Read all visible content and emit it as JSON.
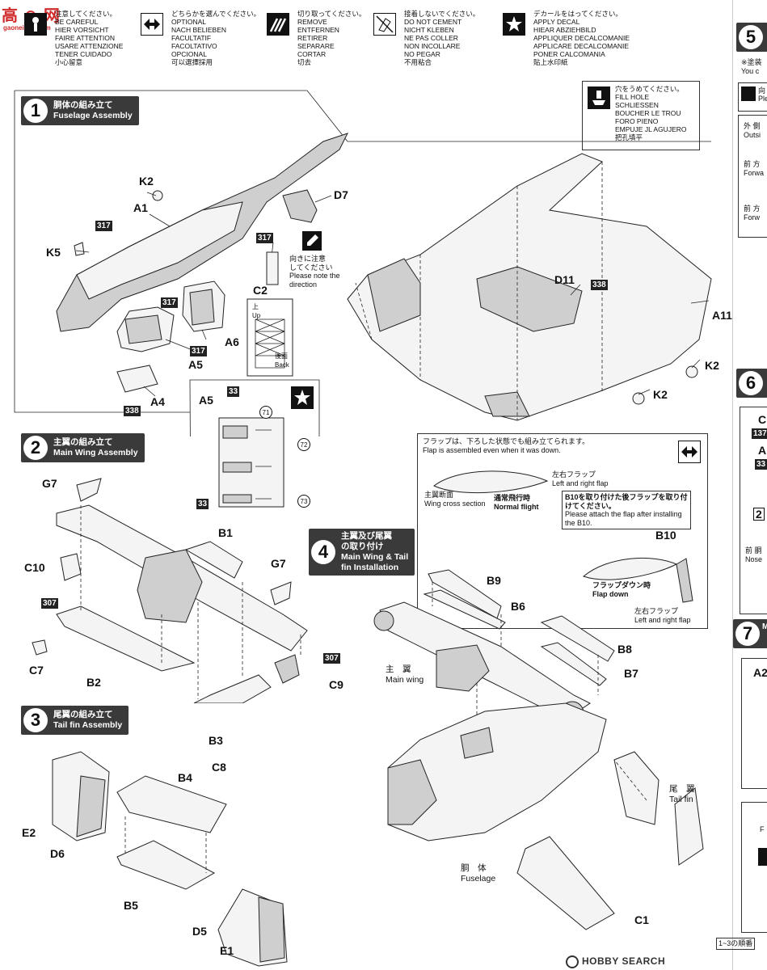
{
  "watermark": {
    "text": "高 ⊙ 网",
    "url": "gaoneifilm.com"
  },
  "header": {
    "symbols": [
      {
        "icon": "careful-icon",
        "lines": [
          "注意してください。",
          "BE CAREFUL",
          "HIER VORSICHT",
          "FAIRE ATTENTION",
          "USARE ATTENZIONE",
          "TENER CUIDADO",
          "小心留意"
        ]
      },
      {
        "icon": "optional-icon",
        "lines": [
          "どちらかを選んでください。",
          "OPTIONAL",
          "NACH BELIEBEN",
          "FACULTATIF",
          "FACOLTATIVO",
          "OPCIONAL",
          "可以選擇採用"
        ]
      },
      {
        "icon": "remove-icon",
        "lines": [
          "切り取ってください。",
          "REMOVE",
          "ENTFERNEN",
          "RETIRER",
          "SEPARARE",
          "CORTAR",
          "切去"
        ]
      },
      {
        "icon": "no-cement-icon",
        "lines": [
          "接着しないでください。",
          "DO NOT CEMENT",
          "NICHT KLEBEN",
          "NE PAS COLLER",
          "NON INCOLLARE",
          "NO PEGAR",
          "不用粘合"
        ]
      },
      {
        "icon": "decal-icon",
        "lines": [
          "デカールをはってください。",
          "APPLY DECAL",
          "HIEAR ABZIEHBILD",
          "APPLIQUER DECALCOMANIE",
          "APPLICARE DECALCOMANIE",
          "PONER CALCOMANIA",
          "貼上水印紙"
        ]
      }
    ],
    "fill_hole": {
      "icon": "fill-hole-icon",
      "lines": [
        "穴をうめてください。",
        "FILL HOLE",
        "SCHLIESSEN",
        "BOUCHER LE TROU",
        "FORO PIENO",
        "EMPUJE JL AGUJERO",
        "把孔填平"
      ]
    }
  },
  "steps": {
    "s1": {
      "num": "1",
      "jp": "胴体の組み立て",
      "en": "Fuselage Assembly"
    },
    "s2": {
      "num": "2",
      "jp": "主翼の組み立て",
      "en": "Main Wing Assembly"
    },
    "s3": {
      "num": "3",
      "jp": "尾翼の組み立て",
      "en": "Tail fin Assembly"
    },
    "s4": {
      "num": "4",
      "jp": "主翼及び尾翼",
      "jp2": "の取り付け",
      "en": "Main Wing & Tail",
      "en2": "fin Installation"
    }
  },
  "step1": {
    "parts": {
      "k2": "K2",
      "a1": "A1",
      "d7": "D7",
      "k5": "K5",
      "c2": "C2",
      "a6": "A6",
      "a5": "A5",
      "a4": "A4",
      "a5b": "A5",
      "d11": "D11",
      "a11": "A11",
      "k2b": "K2",
      "k2c": "K2"
    },
    "paints": {
      "p1": "317",
      "p2": "317",
      "p3": "317",
      "p4": "317",
      "p5": "338",
      "p6": "338",
      "p7": "33",
      "p8": "33"
    },
    "direction_note": {
      "jp1": "向きに注意",
      "jp2": "してください",
      "en1": "Please note the",
      "en2": "direction"
    },
    "c2_detail": {
      "up_jp": "上",
      "up_en": "Up",
      "back_jp": "後面",
      "back_en": "Back"
    },
    "decals": {
      "d71": "71",
      "d72": "72",
      "d73": "73"
    }
  },
  "step2": {
    "parts": {
      "g7": "G7",
      "b1": "B1",
      "g7b": "G7",
      "c10": "C10",
      "c7": "C7",
      "b2": "B2",
      "b3": "B3",
      "c9": "C9",
      "c8": "C8"
    },
    "paints": {
      "p1": "307",
      "p2": "307"
    }
  },
  "step3": {
    "parts": {
      "b4": "B4",
      "e2": "E2",
      "d6": "D6",
      "b5": "B5",
      "d5": "D5",
      "e1": "E1"
    }
  },
  "step4": {
    "flap_note": {
      "jp": "フラップは、下ろした状態でも組み立てられます。",
      "en": "Flap is assembled even when it was down."
    },
    "flap_lr_jp": "左右フラップ",
    "flap_lr_en": "Left and right flap",
    "wing_section_jp": "主翼断面",
    "wing_section_en": "Wing cross section",
    "normal_flight_jp": "通常飛行時",
    "normal_flight_en": "Normal flight",
    "b10_note": {
      "jp1": "B10を取り付けた後フラップを取り付",
      "jp2": "けてください。",
      "en1": "Please attach the flap after installing",
      "en2": "the B10."
    },
    "b10": "B10",
    "flap_down_jp": "フラップダウン時",
    "flap_down_en": "Flap down",
    "flap_lr2_jp": "左右フラップ",
    "flap_lr2_en": "Left and right flap",
    "parts": {
      "b9": "B9",
      "b6": "B6",
      "b8": "B8",
      "b7": "B7",
      "c1": "C1"
    },
    "labels": {
      "main_wing_jp": "主　翼",
      "main_wing_en": "Main wing",
      "tail_fin_jp": "尾　翼",
      "tail_fin_en": "Tail fin",
      "fuselage_jp": "胴　体",
      "fuselage_en": "Fuselage"
    }
  },
  "right_edge": {
    "s5": "5",
    "s6": "6",
    "s7": "7",
    "note1": "※塗装",
    "note2": "You c",
    "r_outside_jp": "外 側",
    "r_outside_en": "Outsi",
    "r_fwd_jp": "前 方",
    "r_fwd_en": "Forwa",
    "r_fwd2_jp": "前 方",
    "r_fwd2_en": "Forw",
    "r_dir_jp": "向",
    "r_dir_en": "Ple",
    "r_c": "C",
    "r_137": "137",
    "r_a": "A",
    "r_33": "33",
    "r_2": "2",
    "r_nose_jp": "前 胴",
    "r_nose_en": "Nose",
    "r_m": "M",
    "r_a2": "A2",
    "r_f": "F"
  },
  "footer": {
    "order": "1~3の順番",
    "logo": "HOBBY SEARCH"
  }
}
